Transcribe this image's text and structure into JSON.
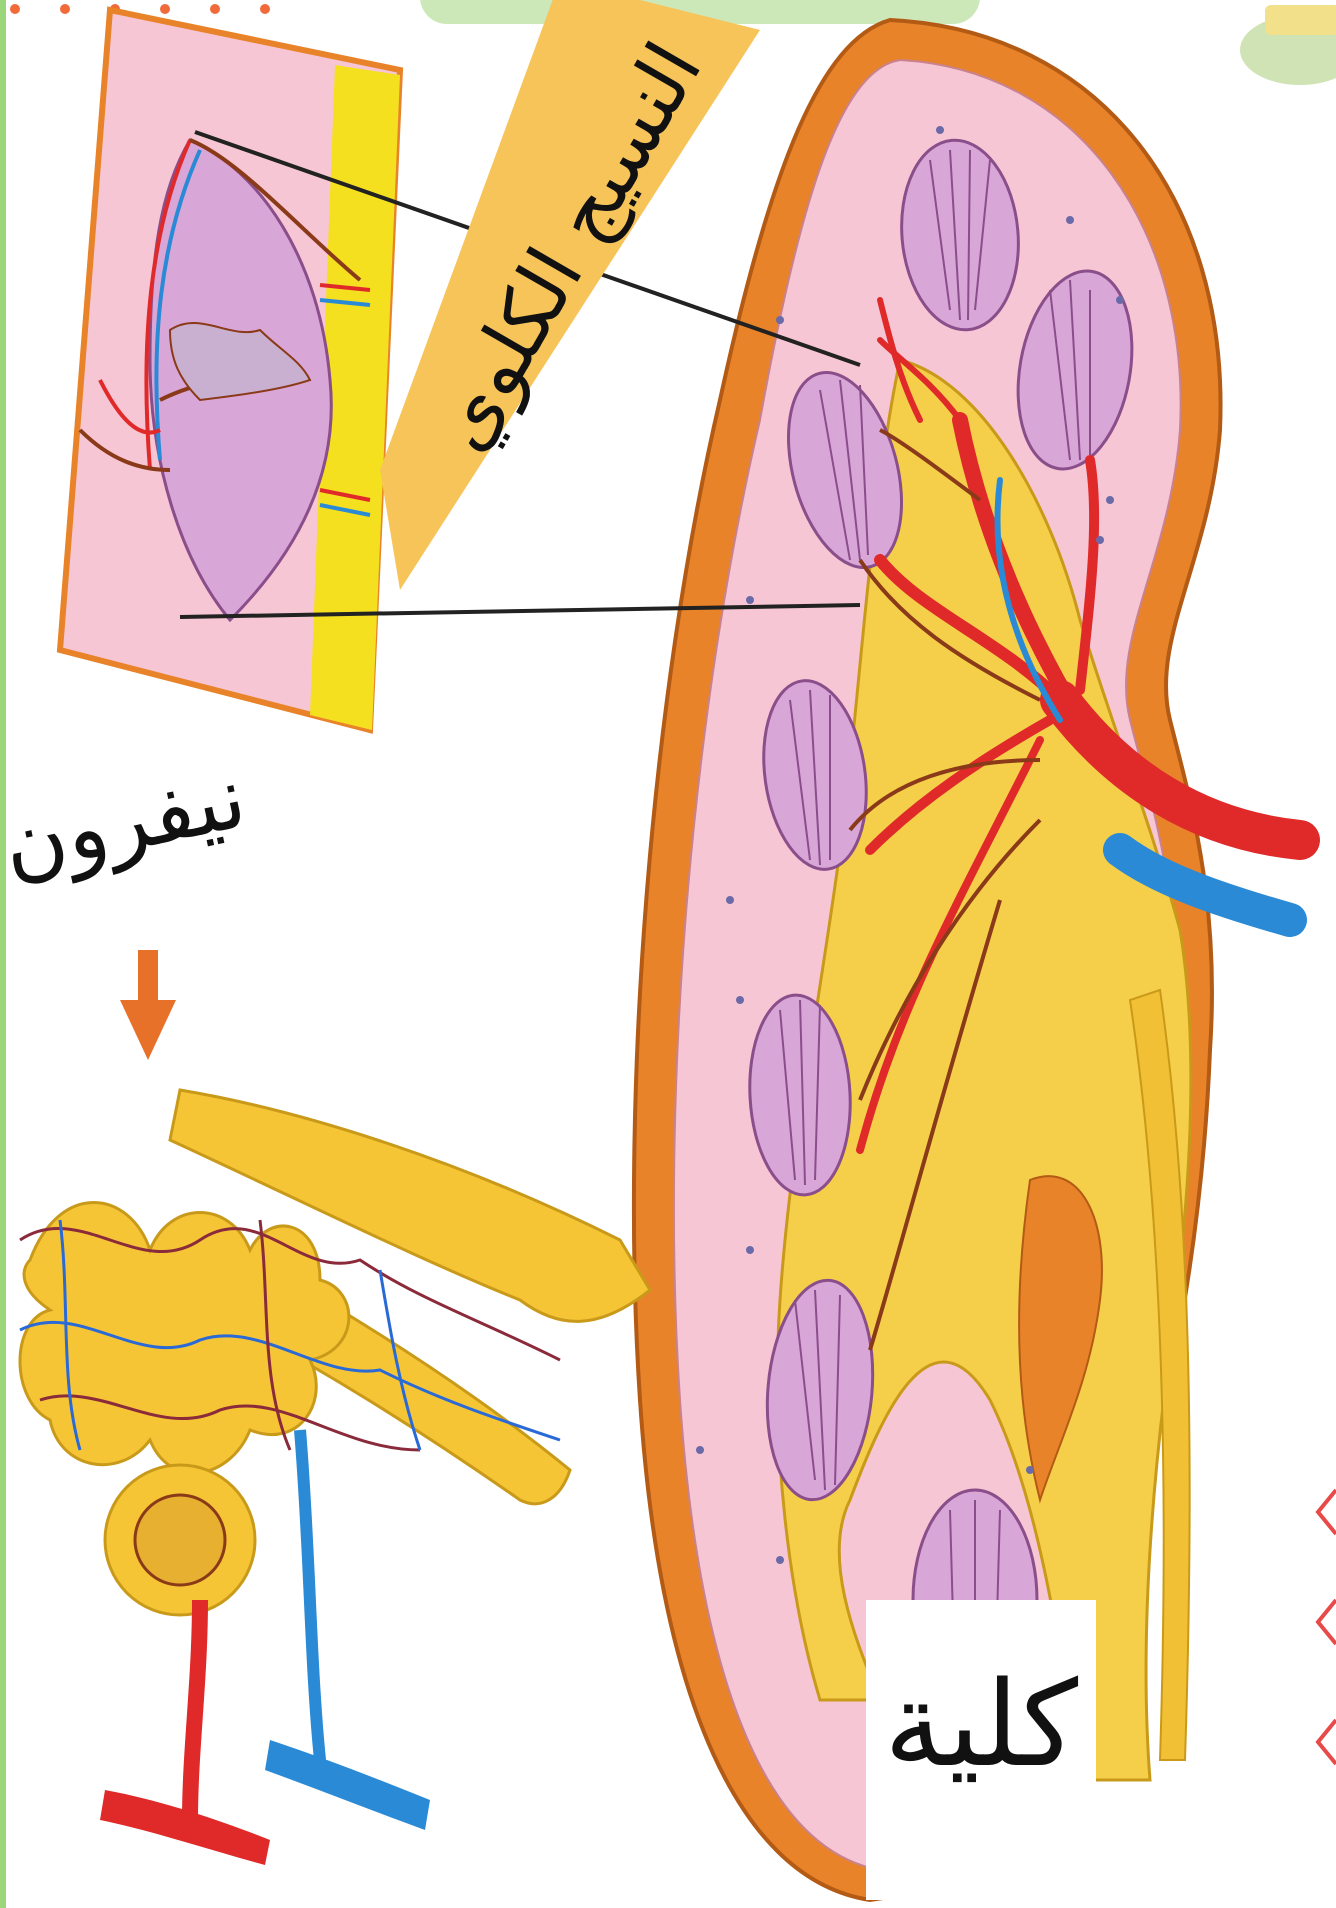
{
  "labels": {
    "renal_tissue": "النسيج الكلوي",
    "nephron": "نيفرون",
    "kidney": "كلية"
  },
  "colors": {
    "cortex": "#f7c6d4",
    "capsule": "#e8832a",
    "medulla": "#f5cf4a",
    "pyramid": "#d9a6d8",
    "artery": "#e02a2a",
    "vein": "#2a8ad6",
    "arrow": "#e8712a",
    "banner": "#f7c45a"
  }
}
